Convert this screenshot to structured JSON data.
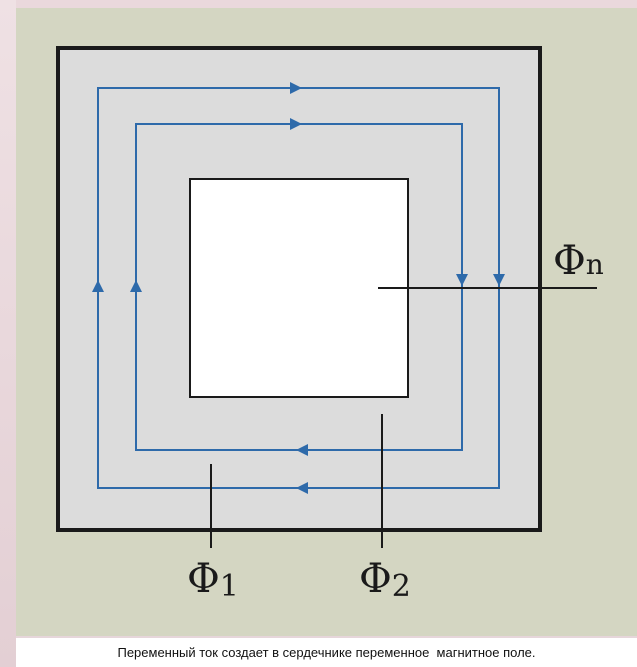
{
  "labels": {
    "phi_n": {
      "symbol": "Φ",
      "subscript": "n"
    },
    "phi_1": {
      "symbol": "Φ",
      "subscript": "1"
    },
    "phi_2": {
      "symbol": "Φ",
      "subscript": "2"
    }
  },
  "caption": "Переменный ток создает в сердечнике переменное  магнитное поле.",
  "colors": {
    "core": "#dcdcdc",
    "core_outline": "#1a1a1a",
    "window": "#ffffff",
    "flux_line": "#2e6aaa",
    "background": "#d4d6c2"
  }
}
